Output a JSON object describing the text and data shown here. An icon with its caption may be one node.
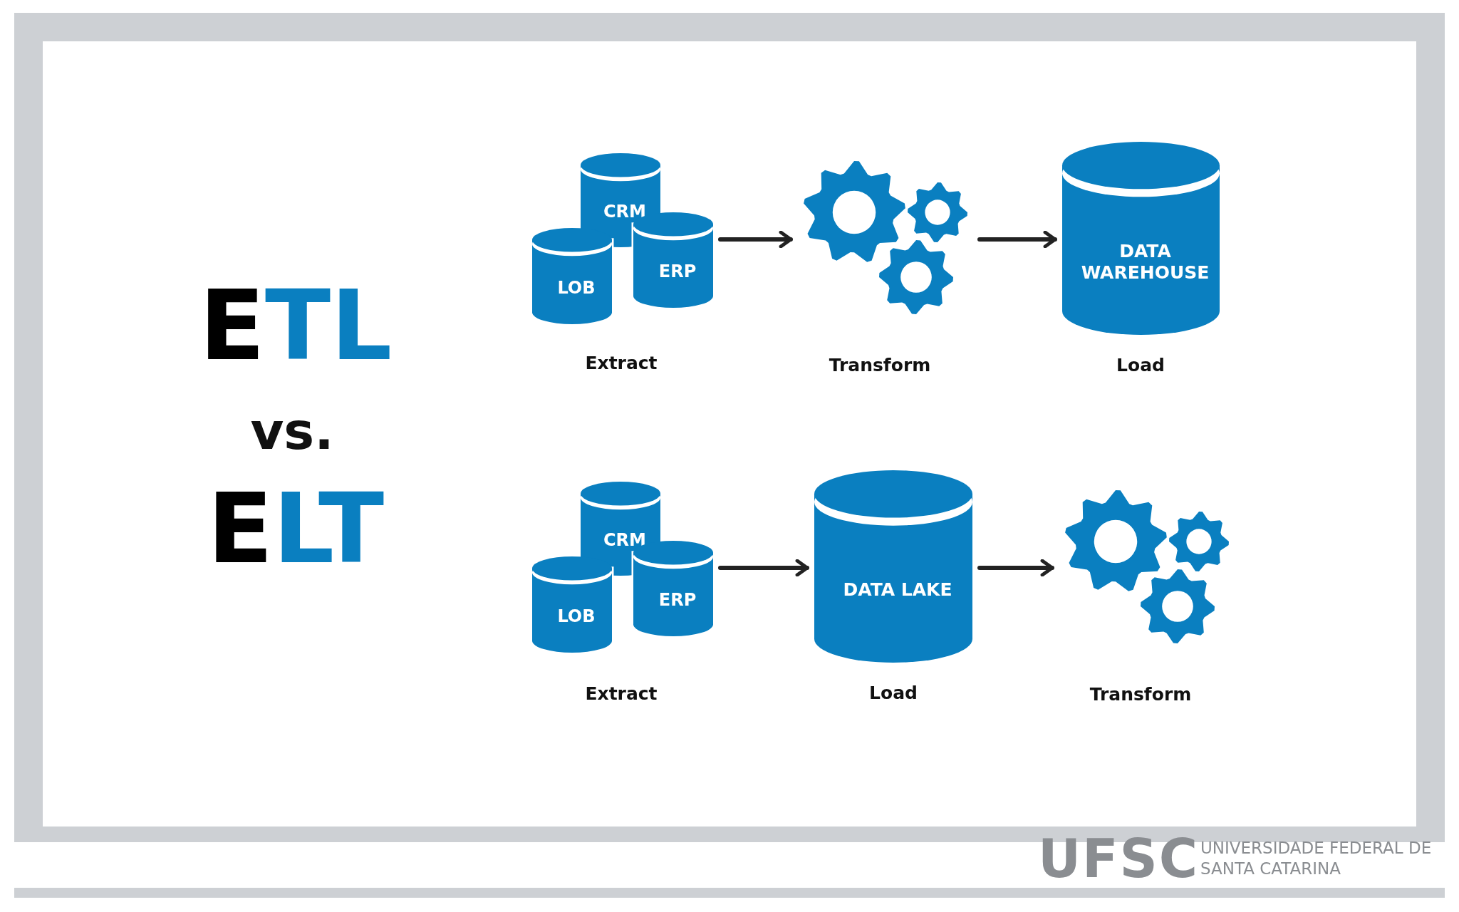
{
  "diagram": {
    "nodes": [
      {
        "text": [
          "CRM"
        ]
      },
      {
        "text": [
          "LOB"
        ]
      },
      {
        "text": [
          "ERP"
        ]
      },
      {
        "text": [],
        "shape": "gear",
        "beside": [
          "Transform"
        ]
      },
      {
        "text": [
          "DATA WAREHOUSE"
        ],
        "beside": [
          "Load"
        ]
      },
      {
        "text": [
          "CRM"
        ]
      },
      {
        "text": [
          "LOB"
        ]
      },
      {
        "text": [
          "ERP"
        ]
      },
      {
        "text": [
          "DATA LAKE"
        ],
        "beside": [
          "Load"
        ]
      },
      {
        "text": [],
        "shape": "gear",
        "beside": [
          "Transform"
        ]
      }
    ],
    "edges": [
      {
        "from": 2,
        "to": 3,
        "arrow": "to"
      },
      {
        "from": 3,
        "to": 4,
        "arrow": "to"
      },
      {
        "from": 7,
        "to": 8,
        "arrow": "to"
      },
      {
        "from": 8,
        "to": 9,
        "arrow": "to"
      }
    ],
    "labels": [
      "ETL",
      "Extract",
      "vs.",
      "ELT",
      "Extract",
      "UFSC",
      "UNIVERSIDADE FEDERAL DE SANTA CATARINA"
    ]
  }
}
